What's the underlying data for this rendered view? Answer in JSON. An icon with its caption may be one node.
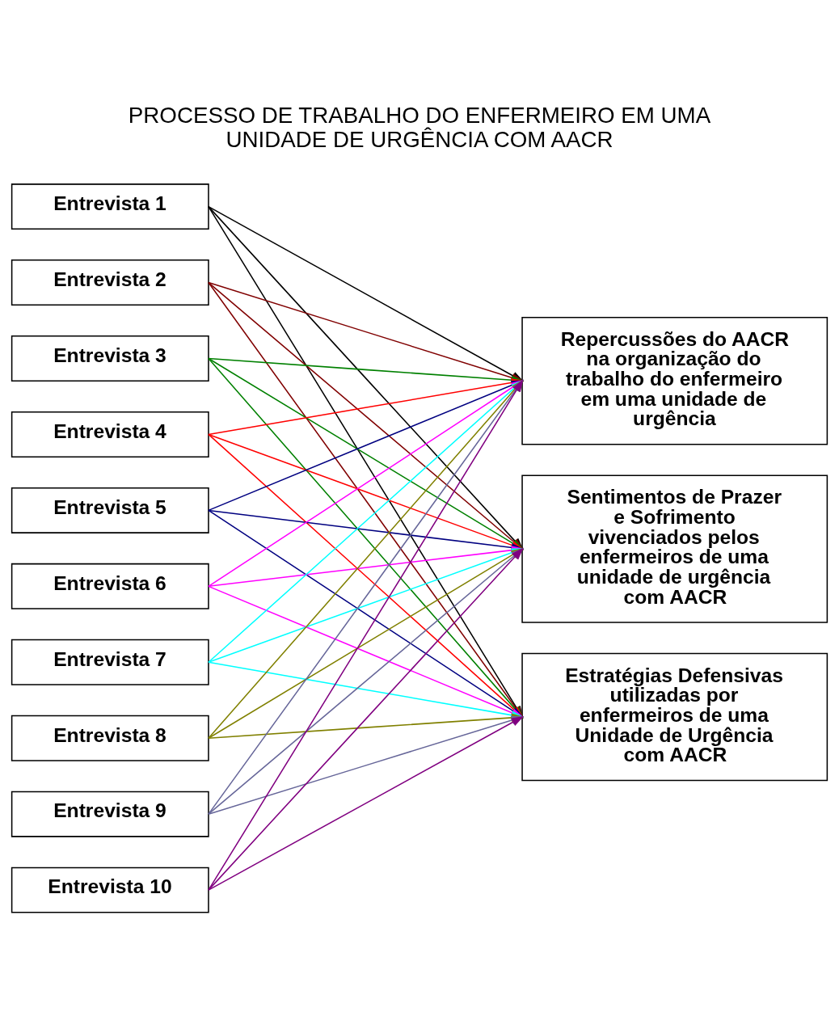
{
  "diagram": {
    "title": "PROCESSO DE TRABALHO DO ENFERMEIRO EM UMA UNIDADE DE URGÊNCIA COM AACR",
    "nodes": [
      {
        "text": [
          "Entrevista 1"
        ]
      },
      {
        "text": [
          "Entrevista 2"
        ]
      },
      {
        "text": [
          "Entrevista 3"
        ]
      },
      {
        "text": [
          "Entrevista 4"
        ]
      },
      {
        "text": [
          "Entrevista 5"
        ]
      },
      {
        "text": [
          "Entrevista 6"
        ]
      },
      {
        "text": [
          "Entrevista 7"
        ]
      },
      {
        "text": [
          "Entrevista 8"
        ]
      },
      {
        "text": [
          "Entrevista 9"
        ]
      },
      {
        "text": [
          "Entrevista 10"
        ]
      },
      {
        "text": [
          "Repercussões do AACR na organização do trabalho do enfermeiro em uma unidade de urgência"
        ]
      },
      {
        "text": [
          "Sentimentos de Prazer e Sofrimento vivenciados pelos enfermeiros de uma unidade de urgência com AACR"
        ]
      },
      {
        "text": [
          "Estratégias Defensivas utilizadas por enfermeiros de uma Unidade de Urgência com AACR"
        ]
      }
    ],
    "edges": [
      {
        "from": 0,
        "to": 10,
        "arrow": "to",
        "color": "#000000"
      },
      {
        "from": 0,
        "to": 11,
        "arrow": "to",
        "color": "#000000"
      },
      {
        "from": 0,
        "to": 12,
        "arrow": "to",
        "color": "#000000"
      },
      {
        "from": 1,
        "to": 10,
        "arrow": "to",
        "color": "#800000"
      },
      {
        "from": 1,
        "to": 11,
        "arrow": "to",
        "color": "#800000"
      },
      {
        "from": 1,
        "to": 12,
        "arrow": "to",
        "color": "#800000"
      },
      {
        "from": 2,
        "to": 10,
        "arrow": "to",
        "color": "#008000"
      },
      {
        "from": 2,
        "to": 11,
        "arrow": "to",
        "color": "#008000"
      },
      {
        "from": 2,
        "to": 12,
        "arrow": "to",
        "color": "#008000"
      },
      {
        "from": 3,
        "to": 10,
        "arrow": "to",
        "color": "#ff0000"
      },
      {
        "from": 3,
        "to": 11,
        "arrow": "to",
        "color": "#ff0000"
      },
      {
        "from": 3,
        "to": 12,
        "arrow": "to",
        "color": "#ff0000"
      },
      {
        "from": 4,
        "to": 10,
        "arrow": "to",
        "color": "#000080"
      },
      {
        "from": 4,
        "to": 11,
        "arrow": "to",
        "color": "#000080"
      },
      {
        "from": 4,
        "to": 12,
        "arrow": "to",
        "color": "#000080"
      },
      {
        "from": 5,
        "to": 10,
        "arrow": "to",
        "color": "#ff00ff"
      },
      {
        "from": 5,
        "to": 11,
        "arrow": "to",
        "color": "#ff00ff"
      },
      {
        "from": 5,
        "to": 12,
        "arrow": "to",
        "color": "#ff00ff"
      },
      {
        "from": 6,
        "to": 10,
        "arrow": "to",
        "color": "#00ffff"
      },
      {
        "from": 6,
        "to": 11,
        "arrow": "to",
        "color": "#00ffff"
      },
      {
        "from": 6,
        "to": 12,
        "arrow": "to",
        "color": "#00ffff"
      },
      {
        "from": 7,
        "to": 10,
        "arrow": "to",
        "color": "#808000"
      },
      {
        "from": 7,
        "to": 11,
        "arrow": "to",
        "color": "#808000"
      },
      {
        "from": 7,
        "to": 12,
        "arrow": "to",
        "color": "#808000"
      },
      {
        "from": 8,
        "to": 10,
        "arrow": "to",
        "color": "#666699"
      },
      {
        "from": 8,
        "to": 11,
        "arrow": "to",
        "color": "#666699"
      },
      {
        "from": 8,
        "to": 12,
        "arrow": "to",
        "color": "#666699"
      },
      {
        "from": 9,
        "to": 10,
        "arrow": "to",
        "color": "#800080"
      },
      {
        "from": 9,
        "to": 11,
        "arrow": "to",
        "color": "#800080"
      },
      {
        "from": 9,
        "to": 12,
        "arrow": "to",
        "color": "#800080"
      }
    ]
  }
}
